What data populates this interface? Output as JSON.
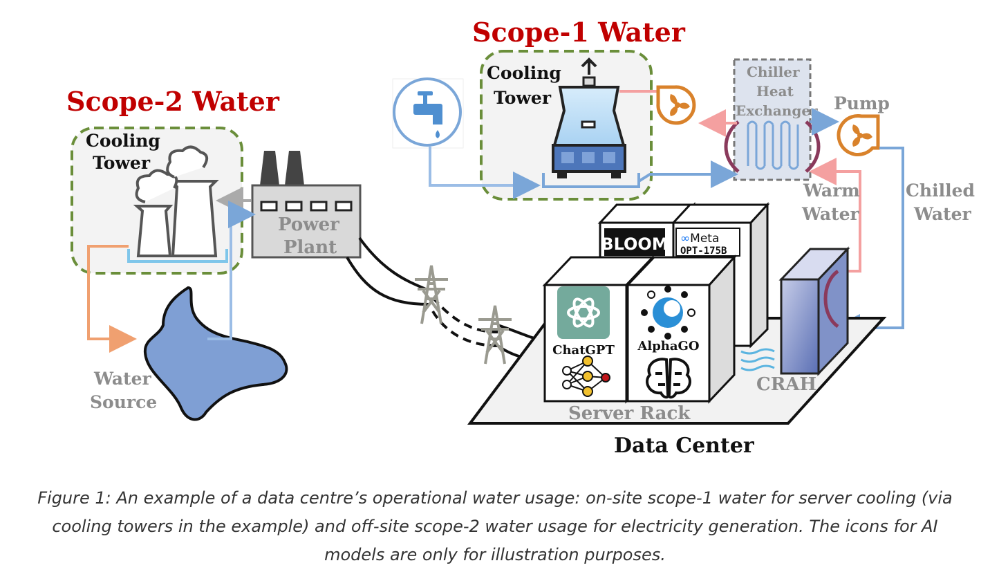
{
  "scope2": {
    "title": "Scope-2 Water",
    "cooling_tower_line1": "Cooling",
    "cooling_tower_line2": "Tower",
    "power_plant_line1": "Power",
    "power_plant_line2": "Plant",
    "water_source_line1": "Water",
    "water_source_line2": "Source"
  },
  "scope1": {
    "title": "Scope-1 Water",
    "cooling_tower_line1": "Cooling",
    "cooling_tower_line2": "Tower",
    "chiller_line1": "Chiller",
    "chiller_line2": "Heat",
    "chiller_line3": "Exchanger",
    "pump": "Pump",
    "warm_water_line1": "Warm",
    "warm_water_line2": "Water",
    "chilled_water_line1": "Chilled",
    "chilled_water_line2": "Water"
  },
  "data_center": {
    "title": "Data Center",
    "server_rack": "Server Rack",
    "crah": "CRAH",
    "models": {
      "chatgpt": "ChatGPT",
      "alphago": "AlphaGO",
      "bloom": "BLOOM",
      "meta": "Meta",
      "opt": "OPT-175B"
    }
  },
  "caption": {
    "line1": "Figure 1: An example of a data centre’s operational water usage: on-site scope-1 water for server cooling (via",
    "line2": "cooling towers in the example) and off-site scope-2 water usage for electricity generation. The icons for AI",
    "line3": "models are only for illustration purposes."
  },
  "colors": {
    "title_red": "#c00000",
    "dash_green": "#6a8e3a",
    "pipe_blue": "#7aa6d8",
    "pipe_pink": "#f4a0a0",
    "pump_orange": "#d9822b",
    "lake_blue": "#7f9fd4",
    "grey_text": "#8c8c8c"
  },
  "icons": [
    "faucet-icon",
    "cooling-tower-icon",
    "power-plant-icon",
    "transmission-tower-icon",
    "fan-pump-icon",
    "lake-icon",
    "server-rack-icon",
    "brain-icon",
    "neural-network-icon"
  ]
}
